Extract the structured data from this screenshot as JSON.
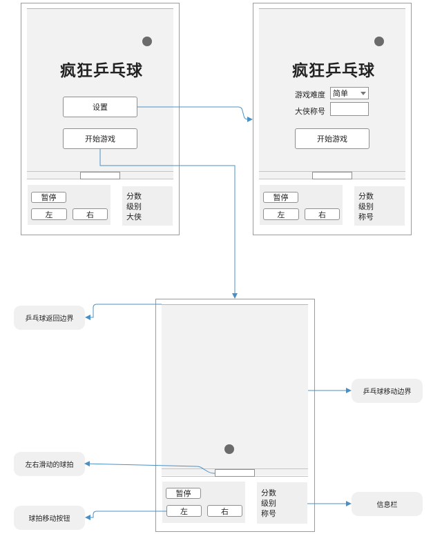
{
  "screen_main": {
    "title": "疯狂乒乓球",
    "settings_button": "设置",
    "start_button": "开始游戏",
    "pause_button": "暂停",
    "left_button": "左",
    "right_button": "右",
    "info": [
      "分数",
      "级别",
      "大侠"
    ]
  },
  "screen_settings": {
    "title": "疯狂乒乓球",
    "difficulty_label": "游戏难度",
    "difficulty_value": "简单",
    "nickname_label": "大侠称号",
    "start_button": "开始游戏",
    "pause_button": "暂停",
    "left_button": "左",
    "right_button": "右",
    "info": [
      "分数",
      "级别",
      "称号"
    ]
  },
  "screen_game": {
    "pause_button": "暂停",
    "left_button": "左",
    "right_button": "右",
    "info": [
      "分数",
      "级别",
      "称号"
    ]
  },
  "callouts": {
    "return_boundary": "乒乓球返回边界",
    "move_boundary": "乒乓球移动边界",
    "paddle": "左右滑动的球拍",
    "info_bar": "信息栏",
    "paddle_buttons": "球拍移动按钮"
  },
  "colors": {
    "connector": "#4a90c4",
    "ball": "#6b6b6b",
    "screen_bg": "#f2f2f2"
  }
}
